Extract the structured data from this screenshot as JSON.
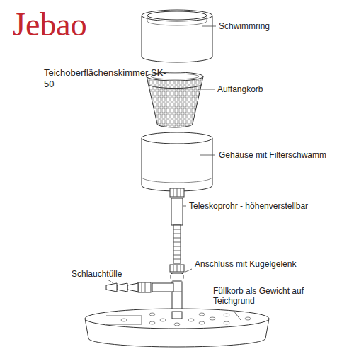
{
  "diagram": {
    "title": "Jebao",
    "labels": [
      "Teichoberflächenskimmer SK-50",
      "Schwimmring",
      "Auffangkorb",
      "Gehäuse mit Filterschwamm",
      "Teleskoprohr - höhenverstellbar",
      "Anschluss mit Kugelgelenk",
      "Schlauchtülle",
      "Füllkorb als Gewicht auf Teichgrund"
    ]
  }
}
